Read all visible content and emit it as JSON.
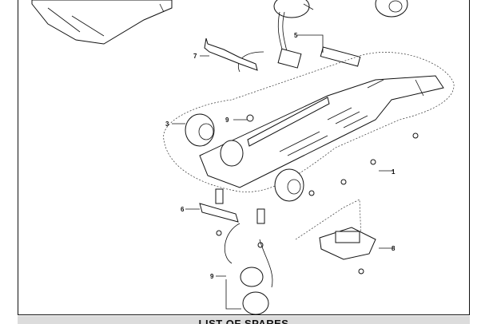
{
  "diagram": {
    "callouts": [
      "1",
      "3",
      "5",
      "6",
      "7",
      "8",
      "9",
      "9"
    ],
    "footer_title": "LIST OF SPARES"
  }
}
